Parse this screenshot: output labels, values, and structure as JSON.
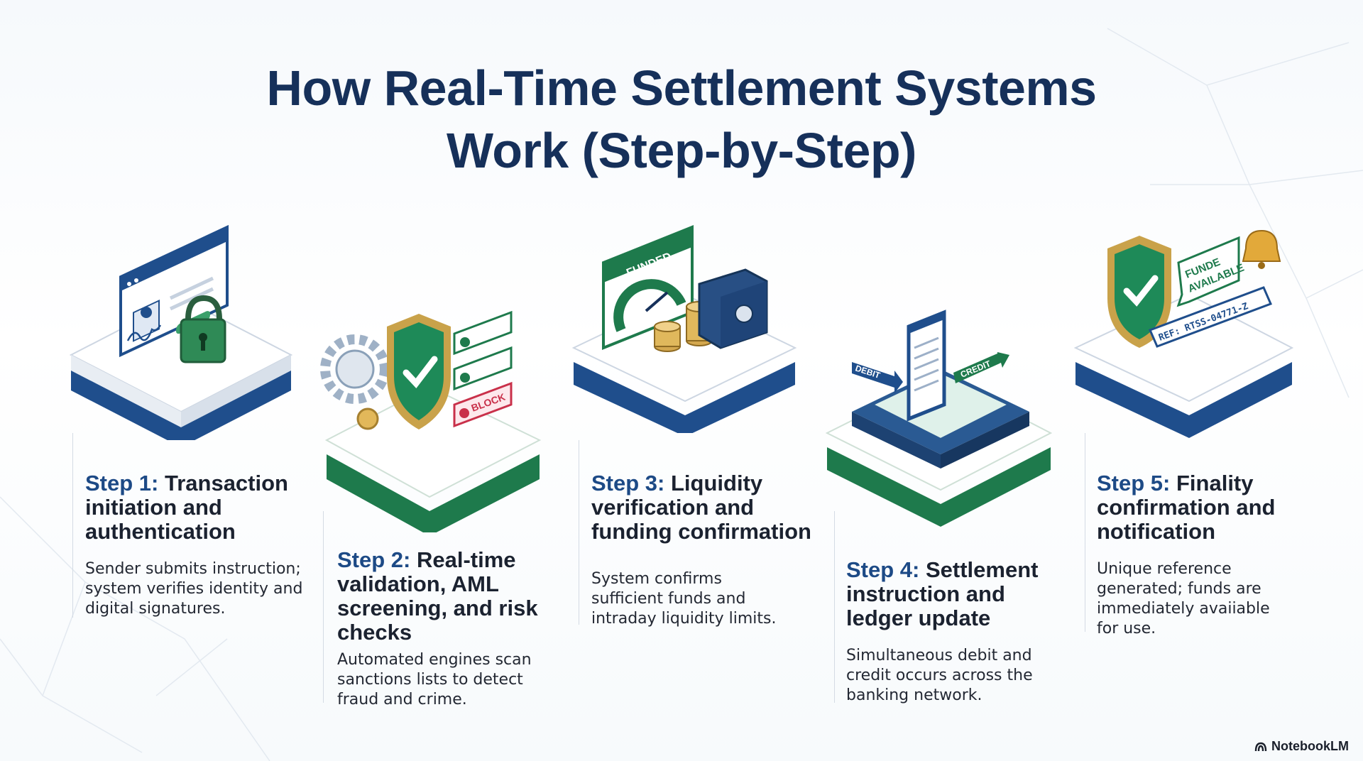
{
  "title": {
    "line1": "How Real-Time Settlement Systems",
    "line2": "Work (Step-by-Step)"
  },
  "steps": [
    {
      "num": "Step 1:",
      "title": "Transaction initiation and authentication",
      "desc": "Sender submits instruction; system verifies identity and digital signatures.",
      "platform_color": "#1f4e8c",
      "icons": [
        "browser-window-icon",
        "user-avatar-icon",
        "signature-icon",
        "padlock-icon"
      ]
    },
    {
      "num": "Step 2:",
      "title": "Real-time validation, AML screening, and risk checks",
      "desc": "Automated engines scan sanctions lists to detect fraud and crime.",
      "platform_color": "#1e7a4c",
      "icons": [
        "gear-icon",
        "shield-check-icon",
        "checklist-icon"
      ],
      "block_label": "BLOCK"
    },
    {
      "num": "Step 3:",
      "title": "Liquidity verification and funding confirmation",
      "desc": "System confirms sufficient funds and intraday liquidity limits.",
      "platform_color": "#1f4e8c",
      "icons": [
        "gauge-icon",
        "coins-icon",
        "safe-icon"
      ],
      "gauge_label": "FUNDED"
    },
    {
      "num": "Step 4:",
      "title": "Settlement instruction and ledger update",
      "desc": "Simultaneous debit and credit occurs across the banking network.",
      "platform_color": "#1e7a4c",
      "icons": [
        "server-icon",
        "phone-ledger-icon",
        "arrow-icon"
      ],
      "debit_label": "DEBIT",
      "credit_label": "CREDIT"
    },
    {
      "num": "Step 5:",
      "title": "Finality confirmation and notification",
      "desc": "Unique reference generated; funds are immediately avaiiable for use.",
      "platform_color": "#1f4e8c",
      "icons": [
        "shield-check-icon",
        "bell-icon",
        "ticket-icon"
      ],
      "bubble_line1": "FUNDE",
      "bubble_line2": "AVAILABLE",
      "ref_label": "REF: RTSS-04771-Z"
    }
  ],
  "brand": {
    "name": "NotebookLM"
  },
  "colors": {
    "title": "#16305a",
    "step_num": "#1d4a86",
    "blue": "#1f4e8c",
    "green": "#1e7a4c",
    "gold": "#c9a24a",
    "red": "#c9304a"
  }
}
